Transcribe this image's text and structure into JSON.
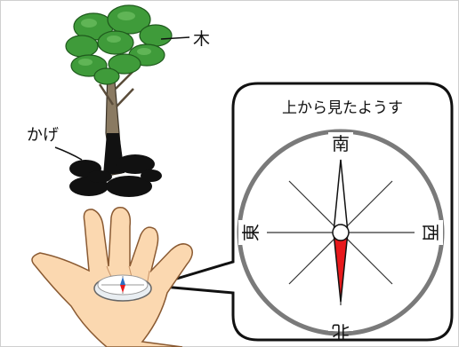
{
  "labels": {
    "tree": "木",
    "shadow": "かげ"
  },
  "bubble": {
    "title": "上から見たようす"
  },
  "compass": {
    "directions": {
      "south": "南",
      "north": "北",
      "east": "東",
      "west": "西"
    },
    "needle_colors": {
      "south_half": "#ffffff",
      "north_half": "#e8191c"
    },
    "ring_color": "#7a7a7a"
  },
  "colors": {
    "foliage": "#3f9b3a",
    "trunk": "#8a7a62",
    "shadow": "#111111",
    "skin": "#fbd8b0"
  }
}
